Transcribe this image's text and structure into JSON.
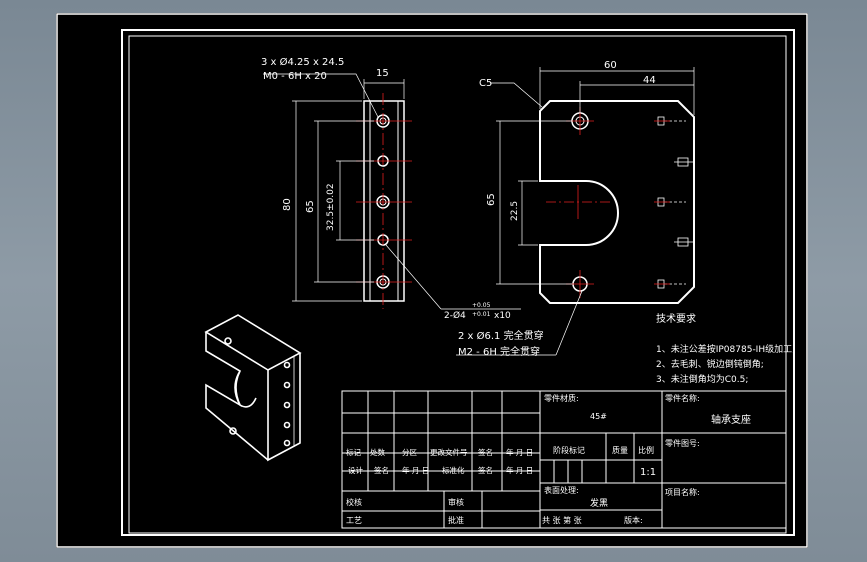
{
  "colors": {
    "background": "#000000",
    "lines": "#ffffff",
    "centerlines": "#e02020",
    "chrome": "#8e9ba6"
  },
  "side_view": {
    "hole_note_1": "3 x Ø4.25 x 24.5",
    "hole_note_2": "M0 - 6H x 20",
    "dim_width": "15",
    "dim_height_total": "80",
    "dim_height_inner": "65",
    "dim_pitch": "32.5±0.02",
    "pin_note": "2-Ø4",
    "pin_tol_upper": "+0.05",
    "pin_tol_lower": "+0.01",
    "pin_depth": "x10"
  },
  "front_view": {
    "chamfer_label": "C5",
    "dim_width": "60",
    "dim_inner_width": "44",
    "dim_height": "65",
    "dim_slot": "22.5",
    "through_note_1": "2 x Ø6.1 完全贯穿",
    "through_note_2": "M2 - 6H 完全贯穿"
  },
  "tech_requirements": {
    "title": "技术要求",
    "items": [
      "1、未注公差按IP08785-IH级加工;",
      "2、去毛刺、锐边倒钝倒角;",
      "3、未注倒角均为C0.5;"
    ]
  },
  "title_block": {
    "material_label": "零件材质:",
    "material_value": "45#",
    "part_name_label": "零件名称:",
    "part_name_value": "轴承支座",
    "drawing_no_label": "零件图号:",
    "project_label": "项目名称:",
    "stage_label": "阶段标记",
    "weight_label": "质量",
    "scale_label": "比例",
    "scale_value": "1:1",
    "surface_label": "表面处理:",
    "surface_value": "发黑",
    "sheets_text": "共    张 第    张",
    "version_label": "版本:",
    "rev_headers": [
      "标记",
      "处数",
      "分区",
      "更改文件号",
      "签名",
      "年 月 日"
    ],
    "sign_headers": [
      "设计",
      "签名",
      "年 月 日",
      "标准化",
      "签名",
      "年 月 日"
    ],
    "check_label": "校核",
    "review_label": "审核",
    "process_label": "工艺",
    "approve_label": "批准"
  }
}
